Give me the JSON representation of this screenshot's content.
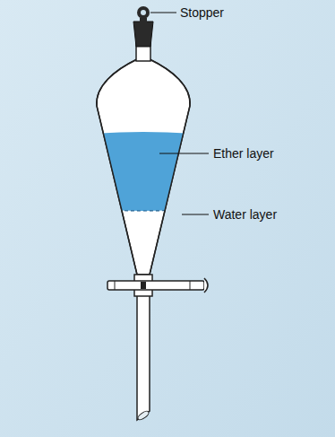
{
  "diagram": {
    "labels": [
      "Stopper",
      "Ether layer",
      "Water layer"
    ]
  }
}
